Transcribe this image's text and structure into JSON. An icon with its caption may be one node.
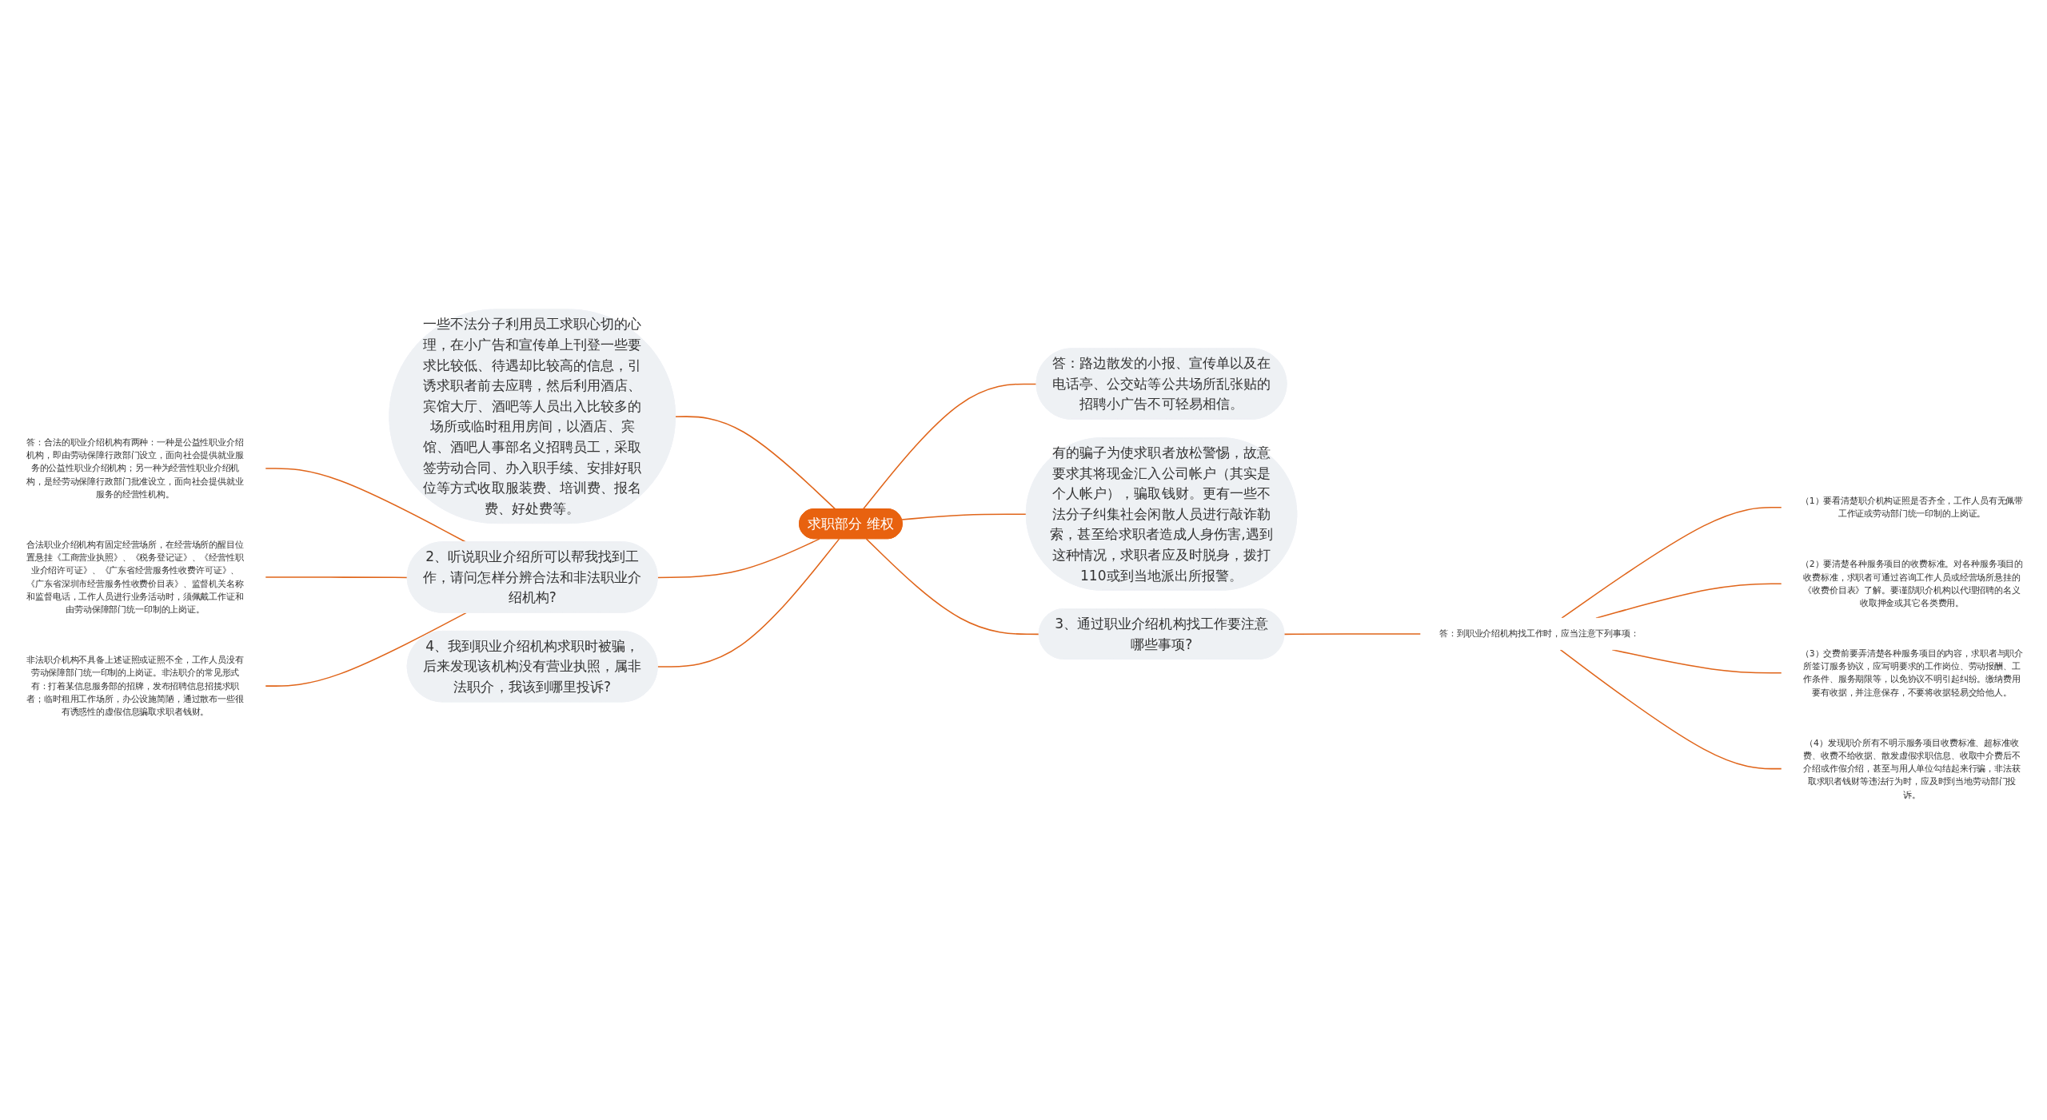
{
  "diagram": {
    "nodes": [
      {
        "text": [
          "求职部分 维权"
        ]
      },
      {
        "text": [
          "一些不法分子利用员工求职心切的心理，在小广告和宣传单上刊登一些要求比较低、待遇却比较高的信息，引诱求职者前去应聘，然后利用酒店、宾馆大厅、酒吧等人员出入比较多的场所或临时租用房间，以酒店、宾馆、酒吧人事部名义招聘员工，采取签劳动合同、办入职手续、安排好职位等方式收取服装费、培训费、报名费、好处费等。"
        ]
      },
      {
        "text": [
          "答：路边散发的小报、宣传单以及在电话亭、公交站等公共场所乱张贴的招聘小广告不可轻易相信。"
        ]
      },
      {
        "text": [
          "有的骗子为使求职者放松警惕，故意要求其将现金汇入公司帐户（其实是个人帐户），骗取钱财。更有一些不法分子纠集社会闲散人员进行敲诈勒索，甚至给求职者造成人身伤害,遇到这种情况，求职者应及时脱身，拨打110或到当地派出所报警。"
        ]
      },
      {
        "text": [
          "2、听说职业介绍所可以帮我找到工作，请问怎样分辨合法和非法职业介绍机构?"
        ]
      },
      {
        "text": [
          "答：合法的职业介绍机构有两种：一种是公益性职业介绍机构，即由劳动保障行政部门设立，面向社会提供就业服务的公益性职业介绍机构；另一种为经营性职业介绍机构，是经劳动保障行政部门批准设立，面向社会提供就业服务的经营性机构。"
        ]
      },
      {
        "text": [
          "合法职业介绍机构有固定经营场所，在经营场所的醒目位置悬挂《工商营业执照》、《税务登记证》、《经营性职业介绍许可证》、《广东省经营服务性收费许可证》、《广东省深圳市经营服务性收费价目表》、监督机关名称和监督电话，工作人员进行业务活动时，须佩戴工作证和由劳动保障部门统一印制的上岗证。"
        ]
      },
      {
        "text": [
          "非法职介机构不具备上述证照或证照不全，工作人员没有劳动保障部门统一印制的上岗证。非法职介的常见形式有：打着某信息服务部的招牌，发布招聘信息招揽求职者；临时租用工作场所，办公设施简陋，通过散布一些很有诱惑性的虚假信息骗取求职者钱财。"
        ]
      },
      {
        "text": [
          "3、通过职业介绍机构找工作要注意哪些事项?"
        ]
      },
      {
        "text": [
          "答：到职业介绍机构找工作时，应当注意下列事项："
        ]
      },
      {
        "text": [
          "（1）要看清楚职介机构证照是否齐全，工作人员有无佩带工作证或劳动部门统一印制的上岗证。"
        ]
      },
      {
        "text": [
          "（2）要清楚各种服务项目的收费标准。对各种服务项目的收费标准，求职者可通过咨询工作人员或经营场所悬挂的《收费价目表》了解。要谨防职介机构以代理招聘的名义收取押金或其它各类费用。"
        ]
      },
      {
        "text": [
          "（3）交费前要弄清楚各种服务项目的内容，求职者与职介所签订服务协议，应写明要求的工作岗位、劳动报酬、工作条件、服务期限等，以免协议不明引起纠纷。缴纳费用要有收据，并注意保存，不要将收据轻易交给他人。"
        ]
      },
      {
        "text": [
          "（4）发现职介所有不明示服务项目收费标准、超标准收费、收费不给收据、散发虚假求职信息、收取中介费后不介绍或作假介绍，甚至与用人单位勾结起来行骗，非法获取求职者钱财等违法行为时，应及时到当地劳动部门投诉。"
        ]
      },
      {
        "text": [
          "4、我到职业介绍机构求职时被骗，后来发现该机构没有营业执照，属非法职介，我该到哪里投诉?"
        ]
      }
    ],
    "edges": [
      {
        "from": 0,
        "to": 1,
        "arrow": "none"
      },
      {
        "from": 0,
        "to": 2,
        "arrow": "none"
      },
      {
        "from": 0,
        "to": 3,
        "arrow": "none"
      },
      {
        "from": 0,
        "to": 4,
        "arrow": "none"
      },
      {
        "from": 4,
        "to": 5,
        "arrow": "none"
      },
      {
        "from": 4,
        "to": 6,
        "arrow": "none"
      },
      {
        "from": 4,
        "to": 7,
        "arrow": "none"
      },
      {
        "from": 0,
        "to": 8,
        "arrow": "none"
      },
      {
        "from": 8,
        "to": 9,
        "arrow": "none"
      },
      {
        "from": 9,
        "to": 10,
        "arrow": "none"
      },
      {
        "from": 9,
        "to": 11,
        "arrow": "none"
      },
      {
        "from": 9,
        "to": 12,
        "arrow": "none"
      },
      {
        "from": 9,
        "to": 13,
        "arrow": "none"
      },
      {
        "from": 0,
        "to": 14,
        "arrow": "none"
      }
    ]
  }
}
